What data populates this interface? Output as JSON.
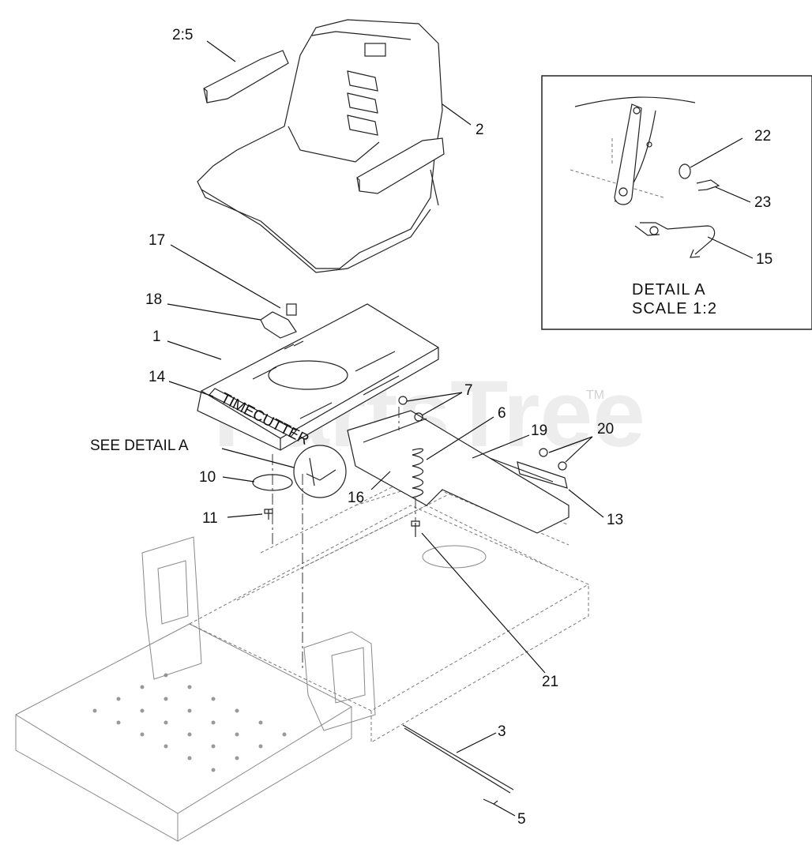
{
  "watermark": {
    "text": "PartsTree",
    "trademark": "TM"
  },
  "callouts": [
    {
      "id": "c-2-5",
      "text": "2:5"
    },
    {
      "id": "c-2",
      "text": "2"
    },
    {
      "id": "c-17",
      "text": "17"
    },
    {
      "id": "c-18",
      "text": "18"
    },
    {
      "id": "c-1",
      "text": "1"
    },
    {
      "id": "c-14",
      "text": "14"
    },
    {
      "id": "c-7",
      "text": "7"
    },
    {
      "id": "c-6",
      "text": "6"
    },
    {
      "id": "c-19",
      "text": "19"
    },
    {
      "id": "c-20",
      "text": "20"
    },
    {
      "id": "c-see-detail",
      "text": "SEE DETAIL  A"
    },
    {
      "id": "c-10",
      "text": "10"
    },
    {
      "id": "c-16",
      "text": "16"
    },
    {
      "id": "c-13",
      "text": "13"
    },
    {
      "id": "c-11",
      "text": "11"
    },
    {
      "id": "c-21",
      "text": "21"
    },
    {
      "id": "c-3",
      "text": "3"
    },
    {
      "id": "c-5",
      "text": "5"
    }
  ],
  "detail_a": {
    "title": "DETAIL  A",
    "scale": "SCALE  1:2",
    "callouts": [
      {
        "id": "d-22",
        "text": "22"
      },
      {
        "id": "d-23",
        "text": "23"
      },
      {
        "id": "d-15",
        "text": "15"
      }
    ]
  },
  "stickers": {
    "brand": "TIMECUTTER"
  }
}
